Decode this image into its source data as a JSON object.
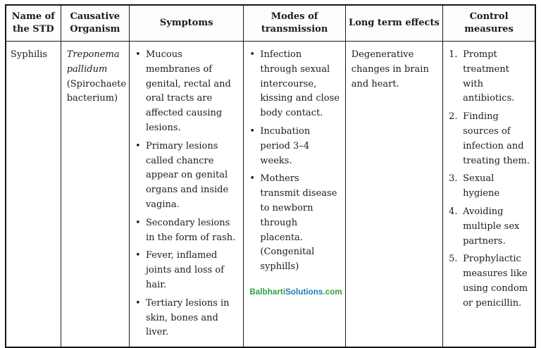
{
  "table": {
    "headers": [
      "Name of the STD",
      "Causative Organism",
      "Symptoms",
      "Modes of transmission",
      "Long term effects",
      "Control measures"
    ],
    "row": {
      "name": "Syphilis",
      "organism_name": "Treponema pallidum",
      "organism_detail": "(Spirochaete bacterium)",
      "symptoms": [
        "Mucous membranes of genital, rectal and oral tracts are affected causing lesions.",
        "Primary lesions called chancre appear on genital organs and inside vagina.",
        "Secondary lesions in the form of rash.",
        "Fever, inflamed joints and loss of hair.",
        "Tertiary lesions in skin, bones and liver."
      ],
      "transmission": [
        "Infection through sexual intercourse, kissing and close body contact.",
        "Incubation period 3–4 weeks.",
        "Mothers transmit disease to newborn through placenta. (Congenital syphills)"
      ],
      "long_term_effects": "Degenerative changes in brain and heart.",
      "control_measures": [
        "Prompt treatment with antibiotics.",
        "Finding sources of infection and treating them.",
        "Sexual hygiene",
        "Avoiding multiple sex partners.",
        "Prophylactic measures like using condom or penicillin."
      ]
    }
  },
  "watermark": {
    "brand": "Balbharti",
    "middle": "Solutions",
    "suffix": ".com",
    "brand_color": "#2e9e3f",
    "middle_color": "#1a7ab8",
    "suffix_color": "#2e9e3f"
  }
}
